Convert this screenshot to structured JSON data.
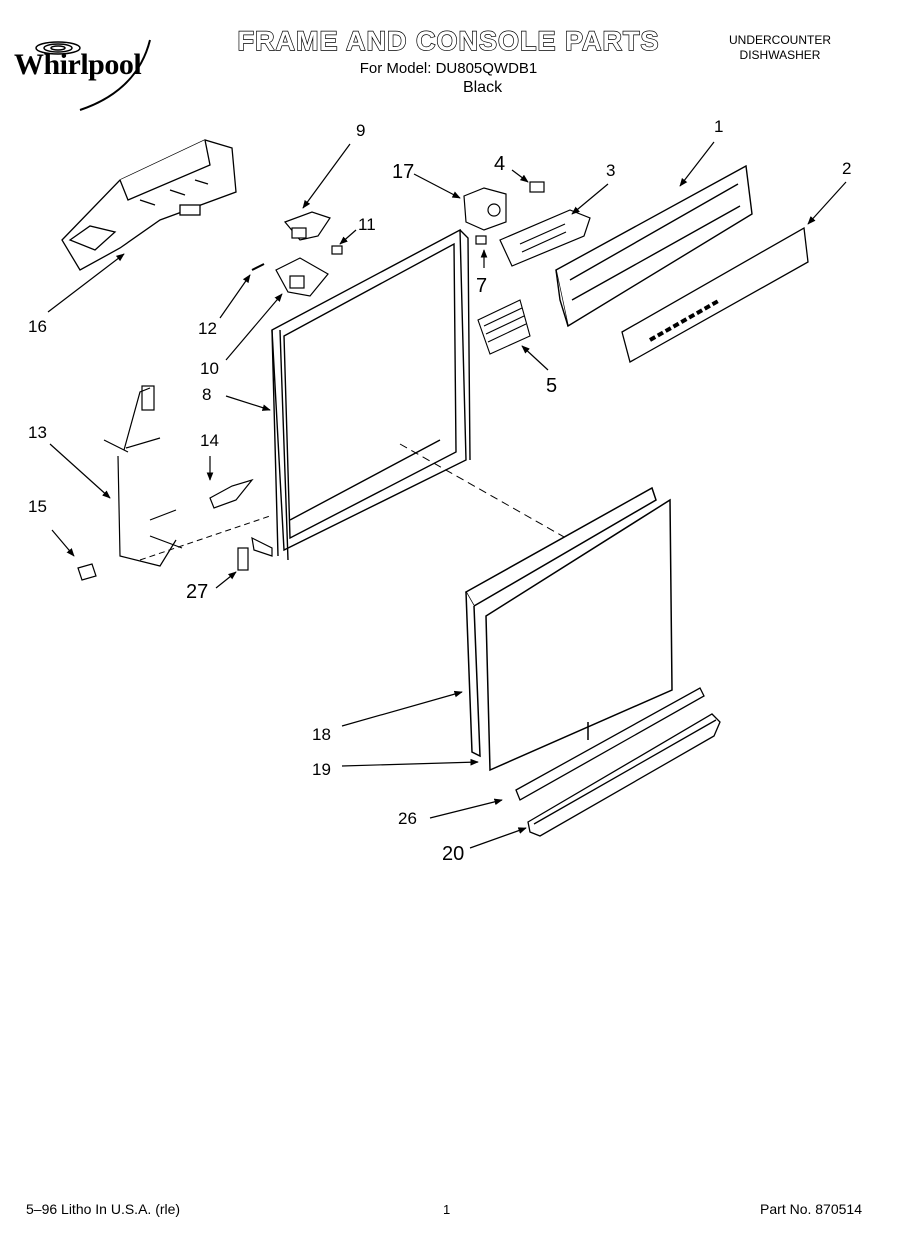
{
  "header": {
    "brand": "Whirlpool",
    "title": "FRAME AND CONSOLE PARTS",
    "model_line": "For Model: DU805QWDB1",
    "color": "Black",
    "appliance_line1": "UNDERCOUNTER",
    "appliance_line2": "DISHWASHER"
  },
  "callouts": {
    "p1": "1",
    "p2": "2",
    "p3": "3",
    "p4": "4",
    "p5": "5",
    "p7": "7",
    "p8": "8",
    "p9": "9",
    "p10": "10",
    "p11": "11",
    "p12": "12",
    "p13": "13",
    "p14": "14",
    "p15": "15",
    "p16": "16",
    "p17": "17",
    "p18": "18",
    "p19": "19",
    "p20": "20",
    "p26": "26",
    "p27": "27"
  },
  "footer": {
    "left": "5–96 Litho In U.S.A. (rle)",
    "page": "1",
    "right": "Part No. 870514"
  }
}
